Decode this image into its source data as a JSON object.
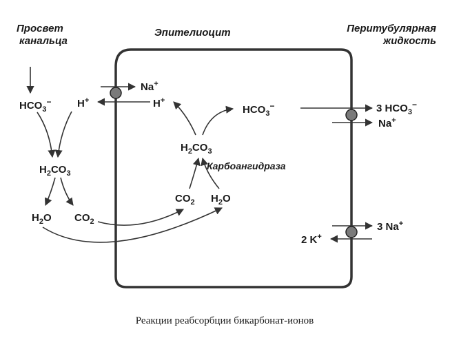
{
  "headers": {
    "lumen_line1": "Просвет",
    "lumen_line2": "канальца",
    "cell": "Эпителиоцит",
    "peritubular_line1": "Перитубулярная",
    "peritubular_line2": "жидкость"
  },
  "species": {
    "na_apical": "Na",
    "na_apical_charge": "+",
    "h_lumen": "H",
    "h_lumen_charge": "+",
    "h_cell": "H",
    "h_cell_charge": "+",
    "hco3_lumen_a": "HCO",
    "hco3_lumen_b": "3",
    "hco3_lumen_c": "−",
    "h2co3_lumen_a": "H",
    "h2co3_lumen_b": "2",
    "h2co3_lumen_c": "CO",
    "h2co3_lumen_d": "3",
    "h2o_lumen_a": "H",
    "h2o_lumen_b": "2",
    "h2o_lumen_c": "O",
    "co2_lumen_a": "CO",
    "co2_lumen_b": "2",
    "hco3_cell_a": "HCO",
    "hco3_cell_b": "3",
    "hco3_cell_c": "−",
    "h2co3_cell_a": "H",
    "h2co3_cell_b": "2",
    "h2co3_cell_c": "CO",
    "h2co3_cell_d": "3",
    "co2_cell_a": "CO",
    "co2_cell_b": "2",
    "h2o_cell_a": "H",
    "h2o_cell_b": "2",
    "h2o_cell_c": "O",
    "hco3_out_a": "3 HCO",
    "hco3_out_b": "3",
    "hco3_out_c": "−",
    "na_out1": "Na",
    "na_out1_charge": "+",
    "na_out2": "3 Na",
    "na_out2_charge": "+",
    "k_out": "2 K",
    "k_out_charge": "+"
  },
  "enzyme": "Карбоангидраза",
  "caption": "Реакции реабсорбции бикарбонат-ионов"
}
